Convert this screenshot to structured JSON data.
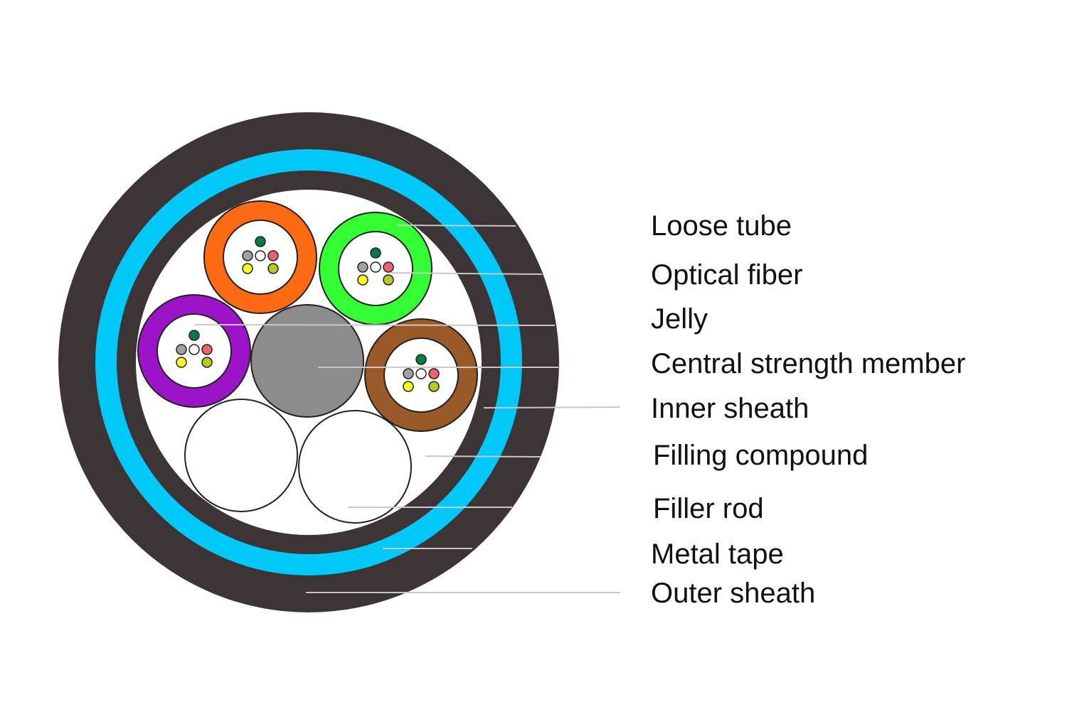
{
  "labels": [
    "Loose tube",
    "Optical fiber",
    "Jelly",
    "Central strength member",
    "Inner sheath",
    "Filling compound",
    "Filler rod",
    "Metal tape",
    "Outer sheath"
  ],
  "colors": {
    "outer_sheath": "#3d3535",
    "metal_tape": "#00c8f8",
    "inner_sheath": "#3d3535",
    "filling_compound": "#ffffff",
    "central_member": "#8c8c8c",
    "tube_orange": "#ff6a13",
    "tube_green": "#33ff33",
    "tube_purple": "#9b14c8",
    "tube_brown": "#9a5a28",
    "fiber_green": "#0a7a45",
    "fiber_gray": "#a0a0a0",
    "fiber_white": "#ffffff",
    "fiber_pink": "#f06070",
    "fiber_yellow": "#ffff20",
    "fiber_olive": "#b8c820",
    "leader_line": "#c8c8c8"
  }
}
